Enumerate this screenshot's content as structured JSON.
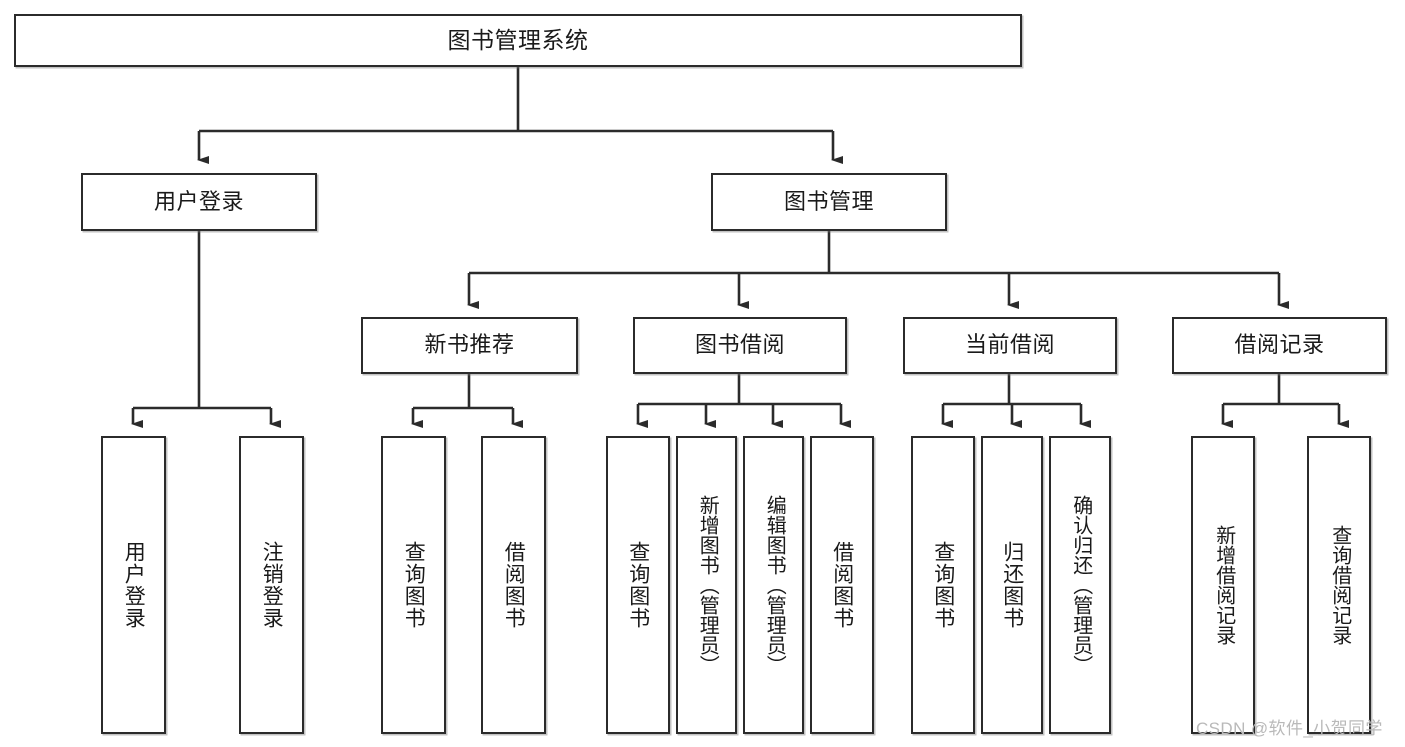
{
  "diagram": {
    "title": "图书管理系统",
    "type": "tree-hierarchy-chart",
    "colors": {
      "stroke": "#2b2b2b",
      "fill": "#ffffff",
      "text": "#1a1a1a",
      "watermark": "#b9b9b9"
    },
    "nodes": {
      "root": {
        "label": "图书管理系统"
      },
      "level1": [
        {
          "label": "用户登录"
        },
        {
          "label": "图书管理"
        }
      ],
      "level2": [
        {
          "label": "新书推荐"
        },
        {
          "label": "图书借阅"
        },
        {
          "label": "当前借阅"
        },
        {
          "label": "借阅记录"
        }
      ],
      "leaves": {
        "user_login": [
          {
            "label": "用户登录"
          },
          {
            "label": "注销登录"
          }
        ],
        "new_book_recommend": [
          {
            "label": "查询图书"
          },
          {
            "label": "借阅图书"
          }
        ],
        "book_borrow": [
          {
            "label": "查询图书"
          },
          {
            "label": "新增图书（管理员）"
          },
          {
            "label": "编辑图书（管理员）"
          },
          {
            "label": "借阅图书"
          }
        ],
        "current_borrow": [
          {
            "label": "查询图书"
          },
          {
            "label": "归还图书"
          },
          {
            "label": "确认归还（管理员）"
          }
        ],
        "borrow_record": [
          {
            "label": "新增借阅记录"
          },
          {
            "label": "查询借阅记录"
          }
        ]
      }
    },
    "watermark": {
      "text": "CSDN @软件_小贺同学"
    }
  }
}
